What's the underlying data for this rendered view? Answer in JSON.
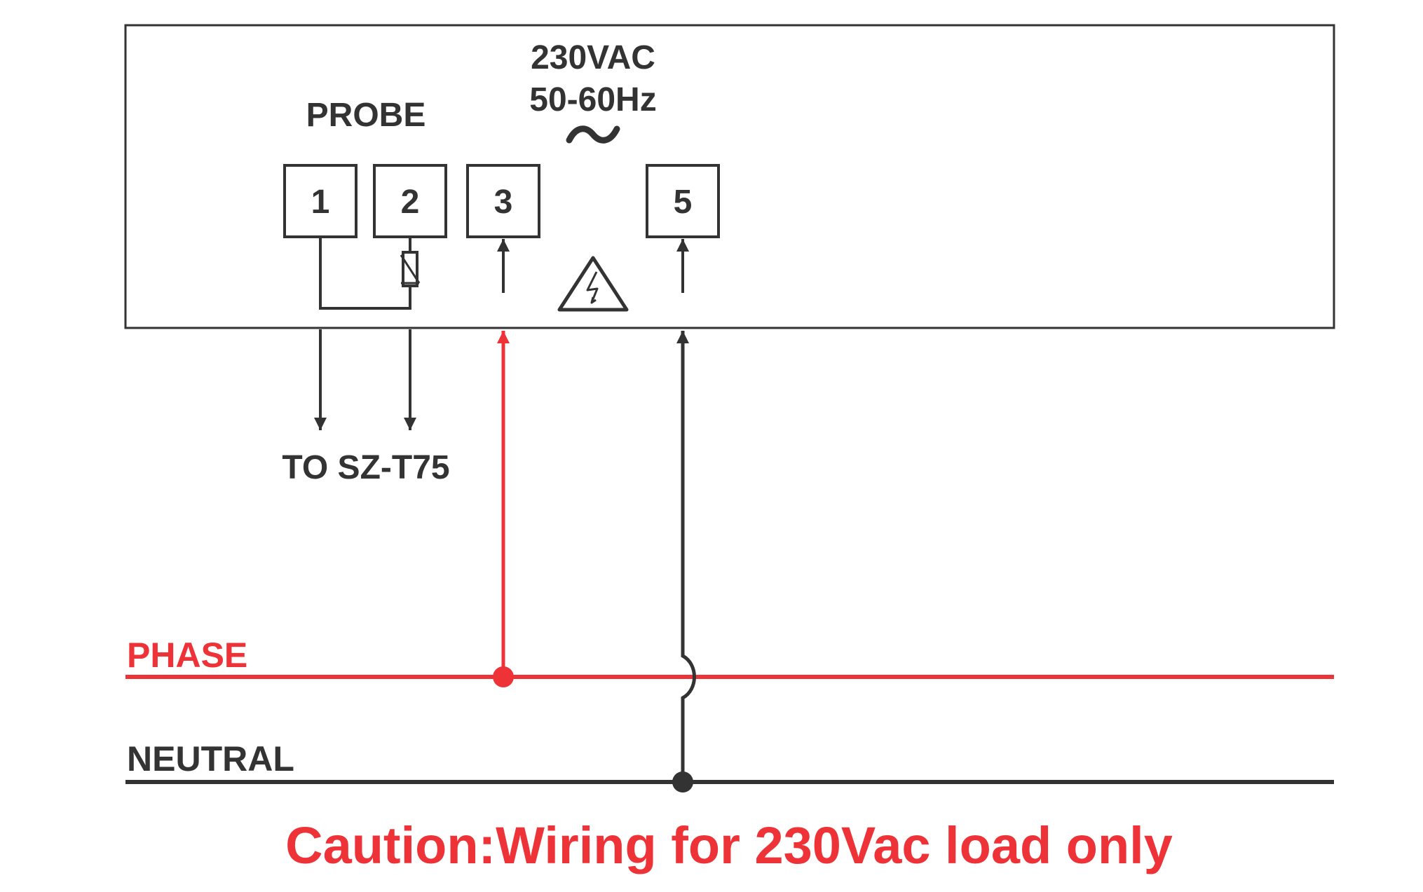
{
  "supply": {
    "voltage": "230VAC",
    "frequency": "50-60Hz",
    "ac_symbol": "~"
  },
  "probe_label": "PROBE",
  "terminals": [
    {
      "number": "1"
    },
    {
      "number": "2"
    },
    {
      "number": "3"
    },
    {
      "number": "5"
    }
  ],
  "probe_destination": "TO SZ-T75",
  "lines": {
    "phase": "PHASE",
    "neutral": "NEUTRAL"
  },
  "caution": "Caution:Wiring for 230Vac load only",
  "colors": {
    "dark": "#333333",
    "phase": "#ee3338"
  },
  "icons": [
    "high-voltage-warning-icon",
    "ntc-thermistor-icon"
  ]
}
